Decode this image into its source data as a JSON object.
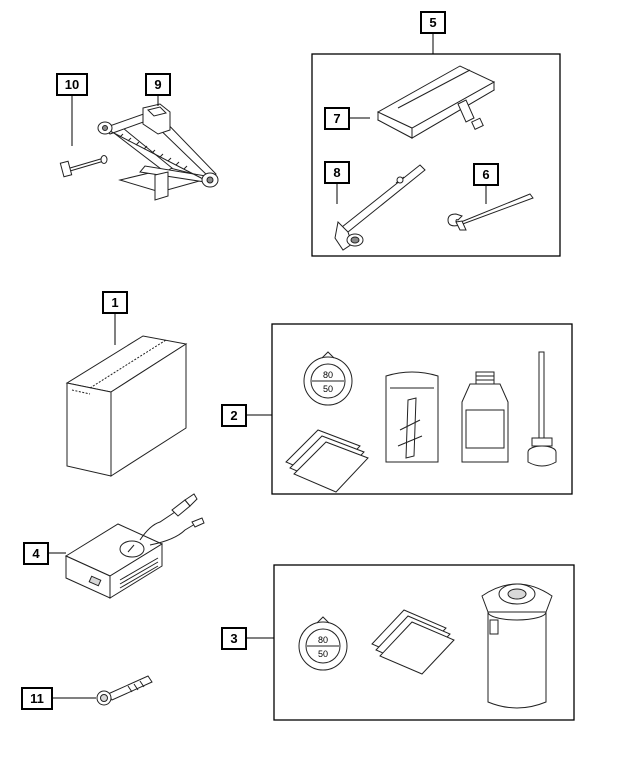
{
  "callouts": {
    "c1": "1",
    "c2": "2",
    "c3": "3",
    "c4": "4",
    "c5": "5",
    "c6": "6",
    "c7": "7",
    "c8": "8",
    "c9": "9",
    "c10": "10",
    "c11": "11"
  },
  "gauges": {
    "kit2_top": "80",
    "kit2_bottom": "50",
    "kit3_top": "80",
    "kit3_bottom": "50"
  }
}
